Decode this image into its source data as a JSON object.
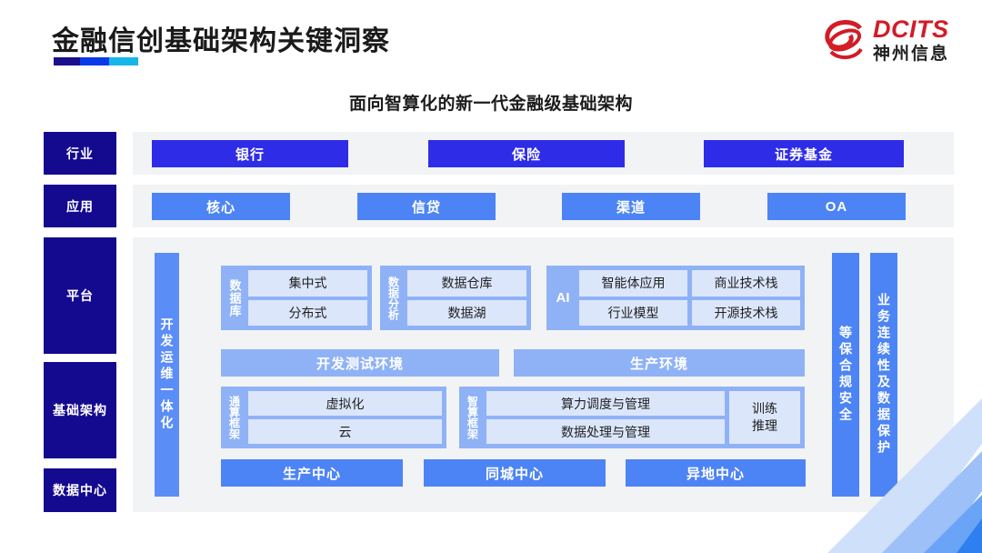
{
  "header": {
    "title": "金融信创基础架构关键洞察",
    "rule_colors": [
      "#1a0f8c",
      "#0a3ae8",
      "#17b6e8"
    ],
    "logo": {
      "en": "DCITS",
      "cn": "神州信息",
      "mark": "dcits-swirl-logo",
      "color": "#d21c28"
    }
  },
  "subtitle": "面向智算化的新一代金融级基础架构",
  "colors": {
    "sidebar_navy": "#140a8f",
    "industry_blue": "#2f2ce8",
    "app_blue": "#4d84f5",
    "group_blue": "#8fb2f7",
    "cell_blue": "#dbe6fb",
    "panel_gray": "#f2f3f5"
  },
  "rows": [
    {
      "label": "行业"
    },
    {
      "label": "应用"
    },
    {
      "label": "平台"
    },
    {
      "label": "基础架构"
    },
    {
      "label": "数据中心"
    }
  ],
  "industry": {
    "items": [
      "银行",
      "保险",
      "证券基金"
    ]
  },
  "application": {
    "items": [
      "核心",
      "信贷",
      "渠道",
      "OA"
    ]
  },
  "devops": {
    "label": "开发运维一体化"
  },
  "platform": {
    "groups": [
      {
        "caption": "数据库",
        "cells": [
          "集中式",
          "分布式"
        ]
      },
      {
        "caption": "数据分析",
        "cells": [
          "数据仓库",
          "数据湖"
        ]
      },
      {
        "caption": "AI",
        "cells": [
          "智能体应用",
          "商业技术栈",
          "行业模型",
          "开源技术栈"
        ]
      }
    ],
    "environments": [
      "开发测试环境",
      "生产环境"
    ]
  },
  "infrastructure": {
    "compute_framework": {
      "caption": "通算框架",
      "cells": [
        "虚拟化",
        "云"
      ]
    },
    "intelligent_framework": {
      "caption": "智算框架",
      "cells": [
        "算力调度与管理",
        "数据处理与管理"
      ],
      "side": [
        "训练",
        "推理"
      ]
    }
  },
  "datacenter": {
    "items": [
      "生产中心",
      "同城中心",
      "异地中心"
    ]
  },
  "right_bars": [
    "等保合规安全",
    "业务连续性及数据保护"
  ]
}
